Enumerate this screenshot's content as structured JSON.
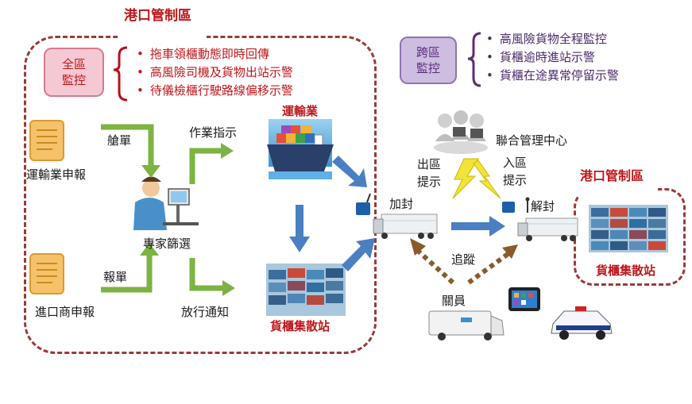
{
  "left_zone": {
    "title": "港口管制區",
    "badge": "全區\n監控",
    "items": [
      "拖車領櫃動態即時回傳",
      "高風險司機及貨物出站示警",
      "待儀檢櫃行駛路線偏移示警"
    ]
  },
  "cross_zone": {
    "badge": "跨區\n監控",
    "items": [
      "高風險貨物全程監控",
      "貨櫃逾時進站示警",
      "貨櫃在途異常停留示警"
    ]
  },
  "flow": {
    "carrier_declare": "運輸業申報",
    "importer_declare": "進口商申報",
    "manifest": "艙單",
    "declaration": "報單",
    "expert_screening": "專家篩選",
    "work_instruction": "作業指示",
    "release_notice": "放行通知",
    "transport_industry": "運輸業",
    "container_station_left": "貨櫃集散站",
    "seal": "加封",
    "unseal": "解封",
    "control_center": "聯合管理中心",
    "exit_prompt": "出區\n提示",
    "entry_prompt": "入區\n提示",
    "tracking": "追蹤",
    "customs_officer": "關員"
  },
  "right_zone": {
    "title": "港口管制區",
    "container_station": "貨櫃集散站"
  },
  "colors": {
    "zone_border": "#9b3a3a",
    "red_text": "#c0161b",
    "badge_left_fill": "#f4c9d3",
    "badge_left_border": "#d77a8f",
    "badge_right_fill": "#cdbde0",
    "badge_right_border": "#8f74b3",
    "green_arrow": "#7cb342",
    "blue_arrow": "#4a7fc1",
    "brown_arrow": "#8b5a2b",
    "lightning": "#f2e33b"
  }
}
